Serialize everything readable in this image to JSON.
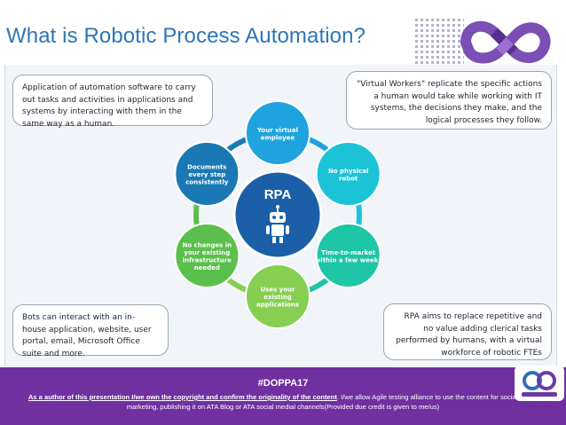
{
  "slide": {
    "title": "What is Robotic Process Automation?"
  },
  "callouts": {
    "top_left": "Application of automation software to carry out tasks and activities in applications and systems by interacting with them in the same way as a human.",
    "top_right": "\"Virtual Workers\" replicate the specific actions a human would take while working with IT systems, the decisions they make, and the logical processes they follow.",
    "bottom_left": "Bots can interact with an in-house application, website, user portal, email, Microsoft Office suite and more.",
    "bottom_right": "RPA aims to replace repetitive and no value adding clerical tasks performed by humans, with a virtual workforce of robotic FTEs"
  },
  "diagram": {
    "center": "RPA",
    "center_icon": "robot-icon",
    "nodes": [
      {
        "lines": [
          "Your virtual",
          "employee"
        ],
        "color": "#1fa3df"
      },
      {
        "lines": [
          "No physical",
          "robot"
        ],
        "color": "#1cc3d7"
      },
      {
        "lines": [
          "Time-to-market",
          "within a few weeks"
        ],
        "color": "#1ec5a6"
      },
      {
        "lines": [
          "Uses your",
          "existing",
          "applications"
        ],
        "color": "#86cf52"
      },
      {
        "lines": [
          "No changes in",
          "your existing",
          "infrastructure",
          "needed"
        ],
        "color": "#5bbf4c"
      },
      {
        "lines": [
          "Documents",
          "every step",
          "consistently"
        ],
        "color": "#1a78b4"
      }
    ],
    "ring_colors": [
      "#1fa3df",
      "#1cc3d7",
      "#1ec5a6",
      "#86cf52",
      "#5bbf4c",
      "#1a78b4"
    ]
  },
  "footer": {
    "hashtag": "#DOPPA17",
    "copyright_underlined": "As a author of this presentation I/we own the copyright and confirm the originality of the content",
    "copyright_rest": ". I/we allow Agile testing alliance to use the content for social media marketing, publishing it on ATA Blog or ATA social medial channels(Provided due credit is given to me/us)",
    "bg_color": "#7030a0"
  },
  "brand": {
    "title_color": "#2e75b6"
  }
}
